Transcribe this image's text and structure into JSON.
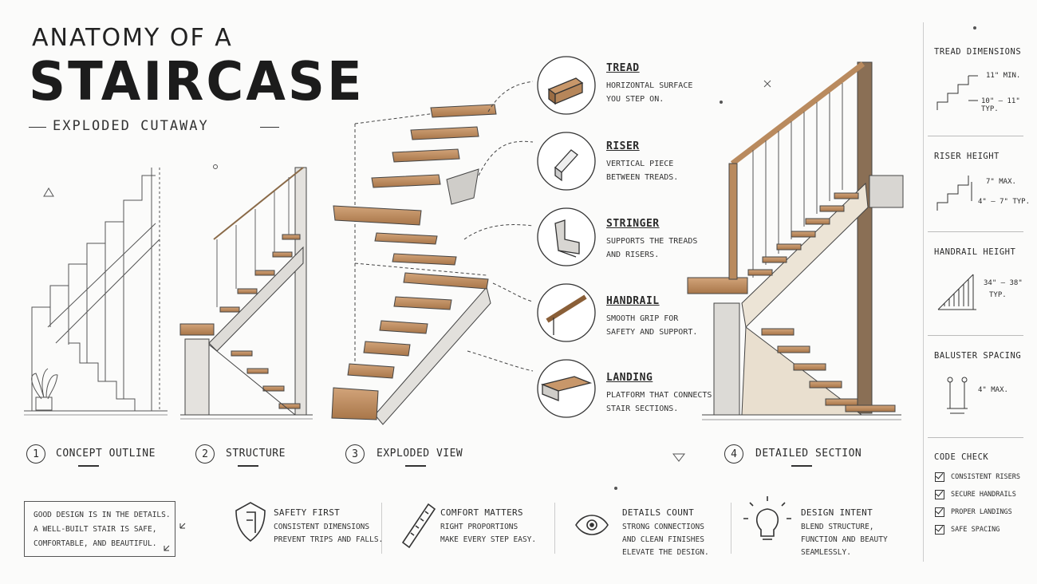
{
  "header": {
    "title_line1": "ANATOMY OF A",
    "title_line2": "STAIRCASE",
    "subtitle": "EXPLODED CUTAWAY"
  },
  "steps": [
    {
      "num": "1",
      "label": "CONCEPT OUTLINE"
    },
    {
      "num": "2",
      "label": "STRUCTURE"
    },
    {
      "num": "3",
      "label": "EXPLODED VIEW"
    },
    {
      "num": "4",
      "label": "DETAILED SECTION"
    }
  ],
  "components": [
    {
      "title": "TREAD",
      "desc": "HORIZONTAL SURFACE YOU STEP ON.",
      "icon": "tread-icon"
    },
    {
      "title": "RISER",
      "desc": "VERTICAL PIECE BETWEEN TREADS.",
      "icon": "riser-icon"
    },
    {
      "title": "STRINGER",
      "desc": "SUPPORTS THE TREADS AND RISERS.",
      "icon": "stringer-icon"
    },
    {
      "title": "HANDRAIL",
      "desc": "SMOOTH GRIP FOR SAFETY AND SUPPORT.",
      "icon": "handrail-icon"
    },
    {
      "title": "LANDING",
      "desc": "PLATFORM THAT CONNECTS STAIR SECTIONS.",
      "icon": "landing-icon"
    }
  ],
  "sidebar": {
    "tread": {
      "title": "TREAD DIMENSIONS",
      "note1": "11\" MIN.",
      "note2": "10\" – 11\" TYP."
    },
    "riser": {
      "title": "RISER HEIGHT",
      "note1": "7\" MAX.",
      "note2": "4\" – 7\" TYP."
    },
    "handrail": {
      "title": "HANDRAIL HEIGHT",
      "note1": "34\" – 38\"",
      "note2": "TYP."
    },
    "baluster": {
      "title": "BALUSTER SPACING",
      "note1": "4\" MAX."
    },
    "code": {
      "title": "CODE CHECK",
      "items": [
        "CONSISTENT RISERS",
        "SECURE HANDRAILS",
        "PROPER LANDINGS",
        "SAFE SPACING"
      ]
    }
  },
  "quote": {
    "line1": "GOOD DESIGN IS IN THE DETAILS.",
    "line2": "A WELL-BUILT STAIR IS SAFE,",
    "line3": "COMFORTABLE, AND BEAUTIFUL."
  },
  "principles": [
    {
      "title": "SAFETY FIRST",
      "l1": "CONSISTENT DIMENSIONS",
      "l2": "PREVENT TRIPS AND FALLS.",
      "l3": "",
      "icon": "shield-icon"
    },
    {
      "title": "COMFORT MATTERS",
      "l1": "RIGHT PROPORTIONS",
      "l2": "MAKE EVERY STEP EASY.",
      "l3": "",
      "icon": "ruler-icon"
    },
    {
      "title": "DETAILS COUNT",
      "l1": "STRONG CONNECTIONS",
      "l2": "AND CLEAN FINISHES",
      "l3": "ELEVATE THE DESIGN.",
      "icon": "eye-icon"
    },
    {
      "title": "DESIGN INTENT",
      "l1": "BLEND STRUCTURE,",
      "l2": "FUNCTION AND BEAUTY",
      "l3": "SEAMLESSLY.",
      "icon": "lightbulb-icon"
    }
  ],
  "colors": {
    "wood": "#b98a5e",
    "wood_dark": "#8a5f38",
    "ink": "#2a2a2a",
    "concrete": "#d8d6d2"
  }
}
